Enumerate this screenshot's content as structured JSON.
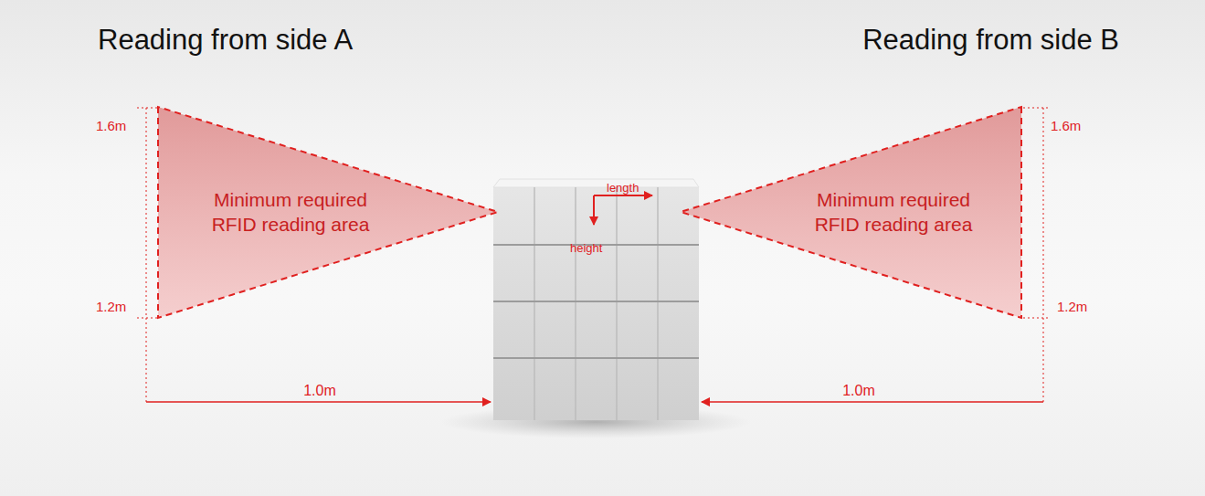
{
  "diagram": {
    "nodes": [
      {
        "text": [
          "Minimum required RFID reading area"
        ]
      },
      {
        "text": [
          "Minimum required RFID reading area"
        ]
      }
    ],
    "labels": [
      "Reading from side A",
      "Reading from side B",
      "1.6m",
      "1.2m",
      "1.0m",
      "length",
      "height",
      "1.6m",
      "1.2m",
      "1.0m"
    ]
  }
}
